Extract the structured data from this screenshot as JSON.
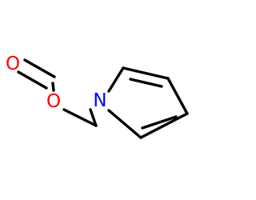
{
  "molecule": {
    "atoms": [
      {
        "id": "O1",
        "label": "O",
        "color": "#ff0000"
      },
      {
        "id": "O2",
        "label": "O",
        "color": "#ff0000"
      },
      {
        "id": "N1",
        "label": "N",
        "color": "#0000ff"
      }
    ],
    "bond_color": "#000000"
  }
}
